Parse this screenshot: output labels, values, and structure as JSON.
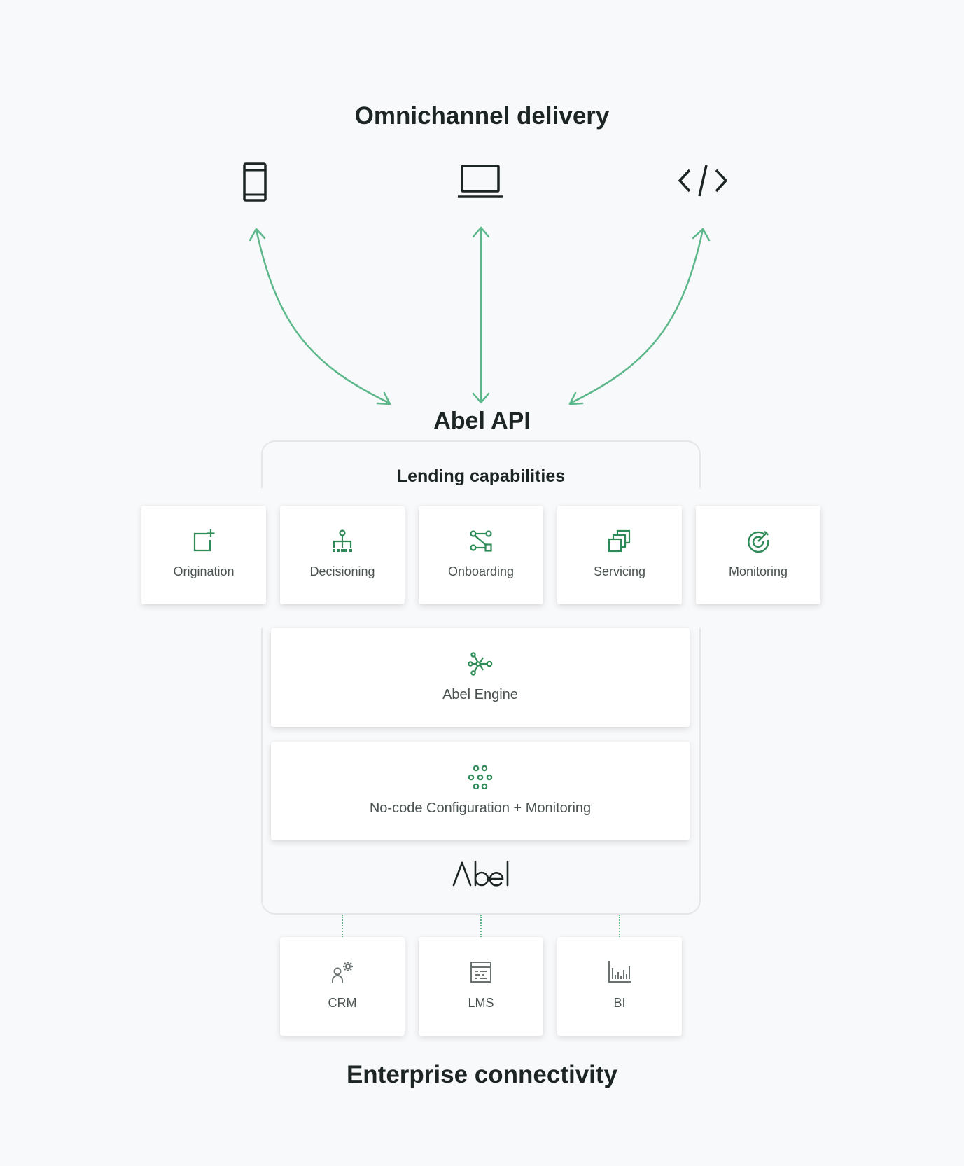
{
  "headings": {
    "top": "Omnichannel delivery",
    "api": "Abel API",
    "bottom": "Enterprise connectivity"
  },
  "channels": [
    {
      "icon": "mobile-phone-icon"
    },
    {
      "icon": "laptop-icon"
    },
    {
      "icon": "code-brackets-icon"
    }
  ],
  "platform": {
    "section_title": "Lending capabilities",
    "capabilities": [
      {
        "label": "Origination",
        "icon": "new-item-icon"
      },
      {
        "label": "Decisioning",
        "icon": "hierarchy-icon"
      },
      {
        "label": "Onboarding",
        "icon": "flow-icon"
      },
      {
        "label": "Servicing",
        "icon": "stacked-windows-icon"
      },
      {
        "label": "Monitoring",
        "icon": "target-icon"
      }
    ],
    "engine": {
      "label": "Abel Engine",
      "icon": "network-nodes-icon"
    },
    "config": {
      "label": "No-code Configuration + Monitoring",
      "icon": "dot-grid-icon"
    },
    "brand": "Abel"
  },
  "integrations": [
    {
      "label": "CRM",
      "icon": "user-gear-icon"
    },
    {
      "label": "LMS",
      "icon": "calendar-table-icon"
    },
    {
      "label": "BI",
      "icon": "bar-chart-icon"
    }
  ],
  "colors": {
    "accent": "#2e8b57",
    "arrow": "#5cb88a",
    "text": "#1c2424",
    "muted": "#4a5252",
    "background": "#f8f9fb"
  }
}
